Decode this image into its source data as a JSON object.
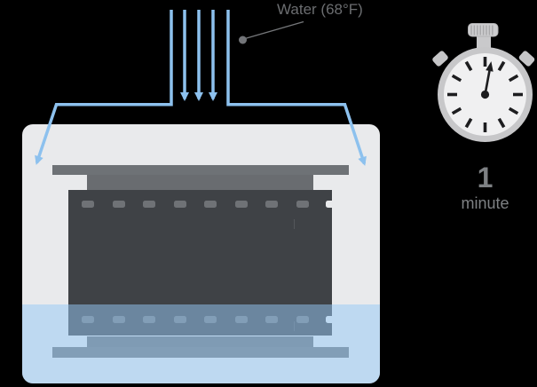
{
  "title": "Film washing step diagram",
  "water_label": "Water (68°F)",
  "timer": {
    "value": "1",
    "unit": "minute"
  },
  "icons": {
    "stopwatch": "stopwatch-icon",
    "water_flow": "water-flow-arrows-icon",
    "leader_dot": "leader-dot-icon",
    "film": "film-strip-graphic",
    "tank": "developing-tank-graphic"
  },
  "colors": {
    "page-bg": "#000000",
    "arrow-blue": "#8dc1ee",
    "water-fill": "rgba(149,201,246,0.51)",
    "tank-gray": "#e9eaec",
    "film-dark": "#3f4246",
    "sprocket-gray": "#6f7276",
    "bar-gray": "#6e7276",
    "bar-gray-dark": "#696c70",
    "label-gray": "#6b6d70",
    "leader-gray": "#75777a",
    "timer-gray": "#7e8184",
    "watch-body": "#c7c7c9",
    "watch-face": "#f0f0f1",
    "watch-metal": "#cdcdcf",
    "watch-ridge": "#a8a8aa",
    "tick-black": "#1d1d1f"
  }
}
